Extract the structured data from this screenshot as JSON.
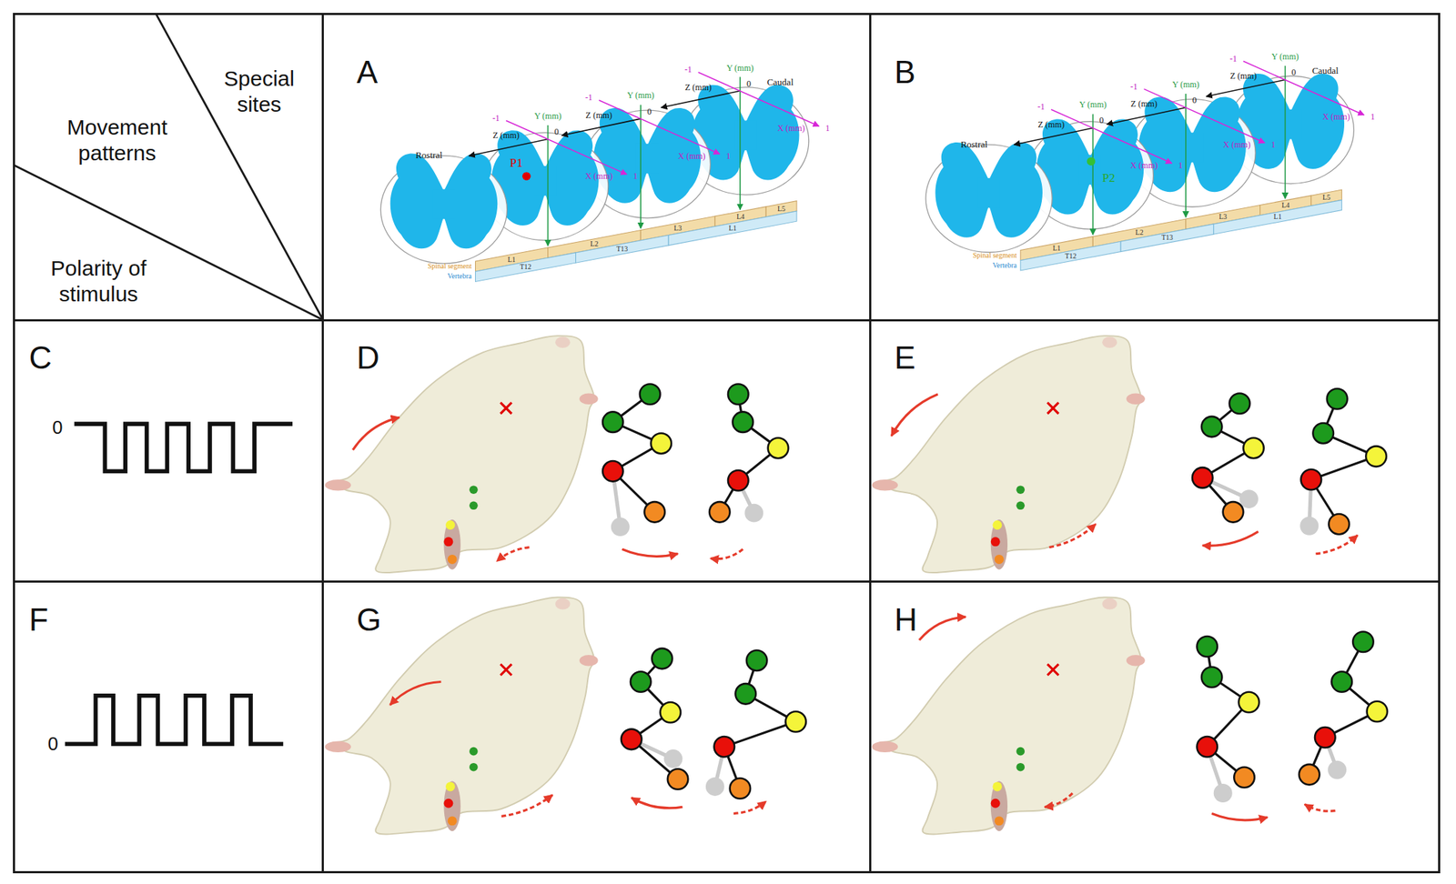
{
  "diagram": {
    "nodes": [
      {
        "text": [
          "Special sites",
          "Movement patterns",
          "Polarity of stimulus"
        ]
      },
      {
        "text": [
          "A"
        ]
      },
      {
        "text": [
          "B"
        ]
      },
      {
        "text": [
          "C"
        ]
      },
      {
        "text": [
          "D"
        ]
      },
      {
        "text": [
          "E"
        ]
      },
      {
        "text": [
          "F"
        ]
      },
      {
        "text": [
          "G"
        ]
      },
      {
        "text": [
          "H"
        ]
      }
    ],
    "labels": [
      "Rostral",
      "Caudal",
      "Y (mm)",
      "0",
      "Z (mm)",
      "X (mm)",
      "-1",
      "1",
      "Y (mm)",
      "0",
      "Z (mm)",
      "X (mm)",
      "-1",
      "1",
      "Y (mm)",
      "0",
      "Z (mm)",
      "X (mm)",
      "-1",
      "1",
      "P1",
      "L1",
      "L2",
      "L3",
      "L4",
      "L5",
      "T12",
      "T13",
      "L1",
      "Spinal segment",
      "Vertebra",
      "Rostral",
      "Caudal",
      "Y (mm)",
      "0",
      "Z (mm)",
      "X (mm)",
      "-1",
      "1",
      "Y (mm)",
      "0",
      "Z (mm)",
      "X (mm)",
      "-1",
      "1",
      "Y (mm)",
      "0",
      "Z (mm)",
      "X (mm)",
      "-1",
      "1",
      "P2",
      "L1",
      "L2",
      "L3",
      "L4",
      "L5",
      "T12",
      "T13",
      "L1",
      "Spinal segment",
      "Vertebra",
      "0",
      "0"
    ]
  }
}
